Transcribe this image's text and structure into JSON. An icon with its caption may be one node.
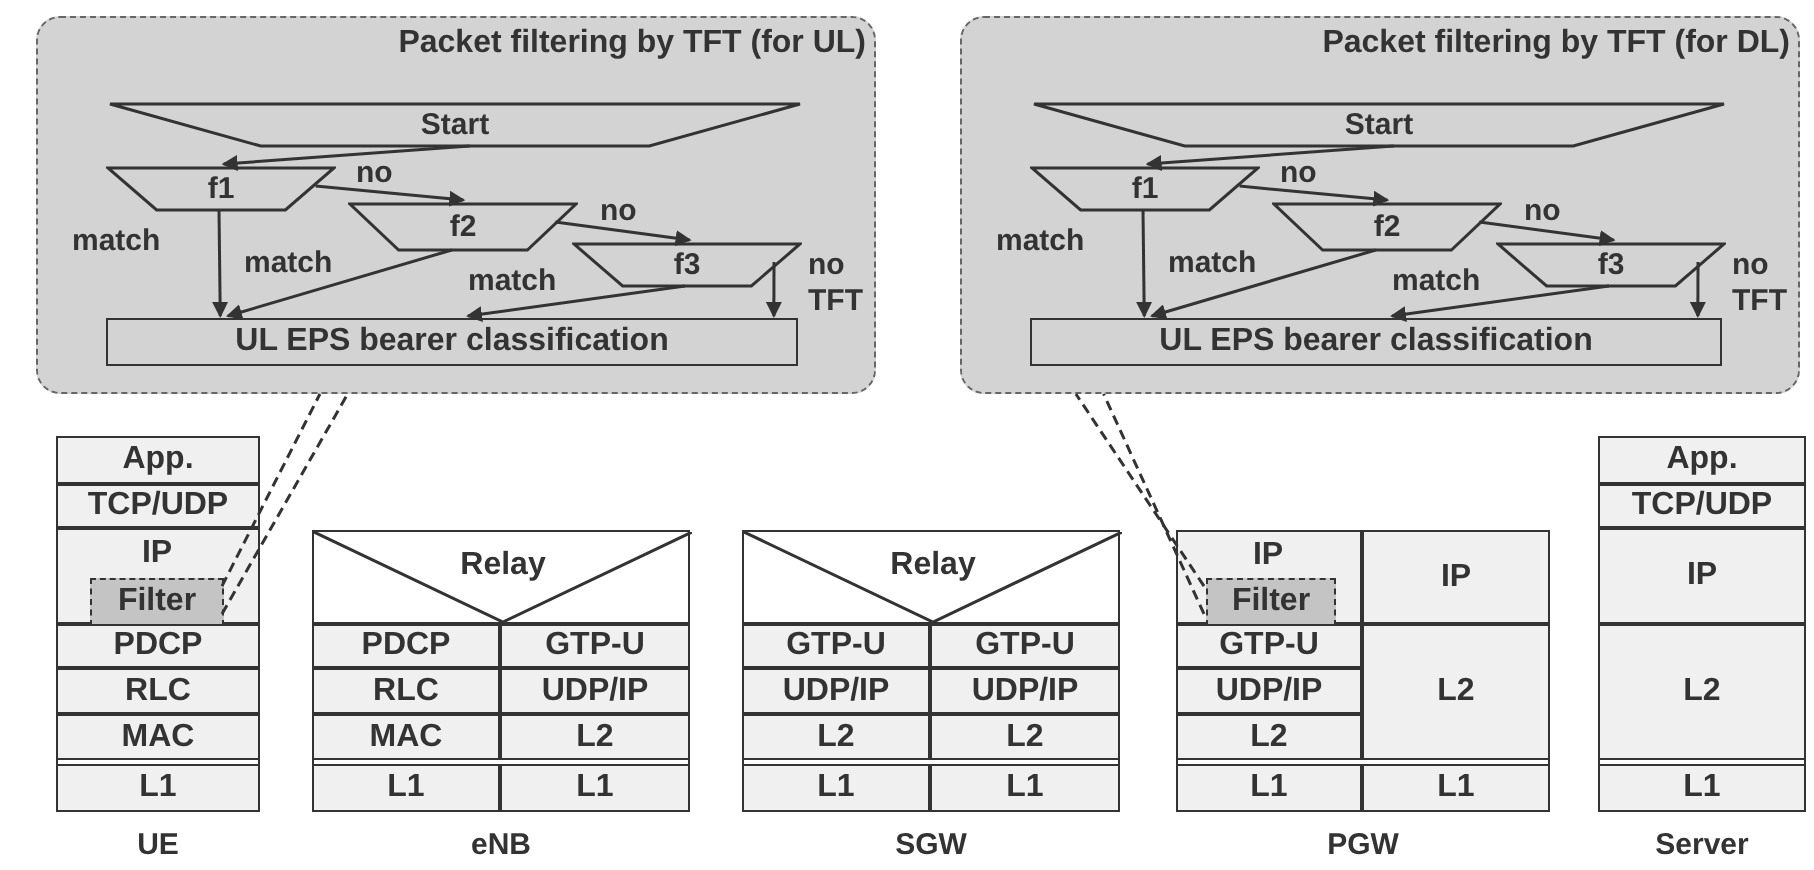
{
  "diagram": {
    "nodes": [
      {
        "text": [
          "Packet filtering by TFT (for UL)"
        ]
      },
      {
        "text": [
          "Start"
        ],
        "in": 0
      },
      {
        "text": [
          "f1"
        ],
        "in": 0
      },
      {
        "text": [
          "f2"
        ],
        "in": 0
      },
      {
        "text": [
          "f3"
        ],
        "in": 0
      },
      {
        "text": [
          "UL EPS bearer classification"
        ],
        "in": 0
      },
      {
        "text": [
          "Packet filtering by TFT (for DL)"
        ]
      },
      {
        "text": [
          "Start"
        ],
        "in": 6
      },
      {
        "text": [
          "f1"
        ],
        "in": 6
      },
      {
        "text": [
          "f2"
        ],
        "in": 6
      },
      {
        "text": [
          "f3"
        ],
        "in": 6
      },
      {
        "text": [
          "UL EPS bearer classification"
        ],
        "in": 6
      },
      {
        "text": [],
        "shape": "box",
        "beside": [
          "UE"
        ]
      },
      {
        "text": [
          "App."
        ],
        "in": 12
      },
      {
        "text": [
          "TCP/UDP"
        ],
        "in": 12
      },
      {
        "text": [
          "IP"
        ],
        "in": 12
      },
      {
        "text": [
          "Filter"
        ],
        "in": 15
      },
      {
        "text": [
          "PDCP"
        ],
        "in": 12
      },
      {
        "text": [
          "RLC"
        ],
        "in": 12
      },
      {
        "text": [
          "MAC"
        ],
        "in": 12
      },
      {
        "text": [
          "L1"
        ],
        "in": 12
      },
      {
        "text": [],
        "shape": "box",
        "beside": [
          "eNB"
        ]
      },
      {
        "text": [
          "Relay"
        ],
        "in": 21
      },
      {
        "text": [
          "PDCP"
        ],
        "in": 21
      },
      {
        "text": [
          "GTP-U"
        ],
        "in": 21
      },
      {
        "text": [
          "RLC"
        ],
        "in": 21
      },
      {
        "text": [
          "UDP/IP"
        ],
        "in": 21
      },
      {
        "text": [
          "MAC"
        ],
        "in": 21
      },
      {
        "text": [
          "L2"
        ],
        "in": 21
      },
      {
        "text": [
          "L1"
        ],
        "in": 21
      },
      {
        "text": [
          "L1"
        ],
        "in": 21
      },
      {
        "text": [],
        "shape": "box",
        "beside": [
          "SGW"
        ]
      },
      {
        "text": [
          "Relay"
        ],
        "in": 31
      },
      {
        "text": [
          "GTP-U"
        ],
        "in": 31
      },
      {
        "text": [
          "GTP-U"
        ],
        "in": 31
      },
      {
        "text": [
          "UDP/IP"
        ],
        "in": 31
      },
      {
        "text": [
          "UDP/IP"
        ],
        "in": 31
      },
      {
        "text": [
          "L2"
        ],
        "in": 31
      },
      {
        "text": [
          "L2"
        ],
        "in": 31
      },
      {
        "text": [
          "L1"
        ],
        "in": 31
      },
      {
        "text": [
          "L1"
        ],
        "in": 31
      },
      {
        "text": [],
        "shape": "box",
        "beside": [
          "PGW"
        ]
      },
      {
        "text": [
          "IP"
        ],
        "in": 41
      },
      {
        "text": [
          "Filter"
        ],
        "in": 42
      },
      {
        "text": [
          "IP"
        ],
        "in": 41
      },
      {
        "text": [
          "GTP-U"
        ],
        "in": 41
      },
      {
        "text": [
          "L2"
        ],
        "in": 41
      },
      {
        "text": [
          "UDP/IP"
        ],
        "in": 41
      },
      {
        "text": [
          "L2"
        ],
        "in": 41
      },
      {
        "text": [
          "L1"
        ],
        "in": 41
      },
      {
        "text": [
          "L1"
        ],
        "in": 41
      },
      {
        "text": [],
        "shape": "box",
        "beside": [
          "Server"
        ]
      },
      {
        "text": [
          "App."
        ],
        "in": 51
      },
      {
        "text": [
          "TCP/UDP"
        ],
        "in": 51
      },
      {
        "text": [
          "IP"
        ],
        "in": 51
      },
      {
        "text": [
          "L2"
        ],
        "in": 51
      },
      {
        "text": [
          "L1"
        ],
        "in": 51
      }
    ],
    "edges": [
      {
        "from": 1,
        "to": 2,
        "arrow": "to"
      },
      {
        "from": 2,
        "to": 3,
        "arrow": "to",
        "label": "no"
      },
      {
        "from": 3,
        "to": 4,
        "arrow": "to",
        "label": "no"
      },
      {
        "from": 2,
        "to": 5,
        "arrow": "to",
        "label": "match"
      },
      {
        "from": 3,
        "to": 5,
        "arrow": "to",
        "label": "match"
      },
      {
        "from": 4,
        "to": 5,
        "arrow": "to",
        "label": "match"
      },
      {
        "from": 4,
        "to": 5,
        "arrow": "to",
        "label": "no TFT"
      },
      {
        "from": 7,
        "to": 8,
        "arrow": "to"
      },
      {
        "from": 8,
        "to": 9,
        "arrow": "to",
        "label": "no"
      },
      {
        "from": 9,
        "to": 10,
        "arrow": "to",
        "label": "no"
      },
      {
        "from": 8,
        "to": 11,
        "arrow": "to",
        "label": "match"
      },
      {
        "from": 9,
        "to": 11,
        "arrow": "to",
        "label": "match"
      },
      {
        "from": 10,
        "to": 11,
        "arrow": "to",
        "label": "match"
      },
      {
        "from": 10,
        "to": 11,
        "arrow": "to",
        "label": "no TFT"
      },
      {
        "from": 16,
        "to": 0,
        "arrow": "none",
        "style": "dashed"
      },
      {
        "from": 16,
        "to": 0,
        "arrow": "none",
        "style": "dashed"
      },
      {
        "from": 43,
        "to": 6,
        "arrow": "none",
        "style": "dashed"
      },
      {
        "from": 43,
        "to": 6,
        "arrow": "none",
        "style": "dashed"
      }
    ]
  }
}
